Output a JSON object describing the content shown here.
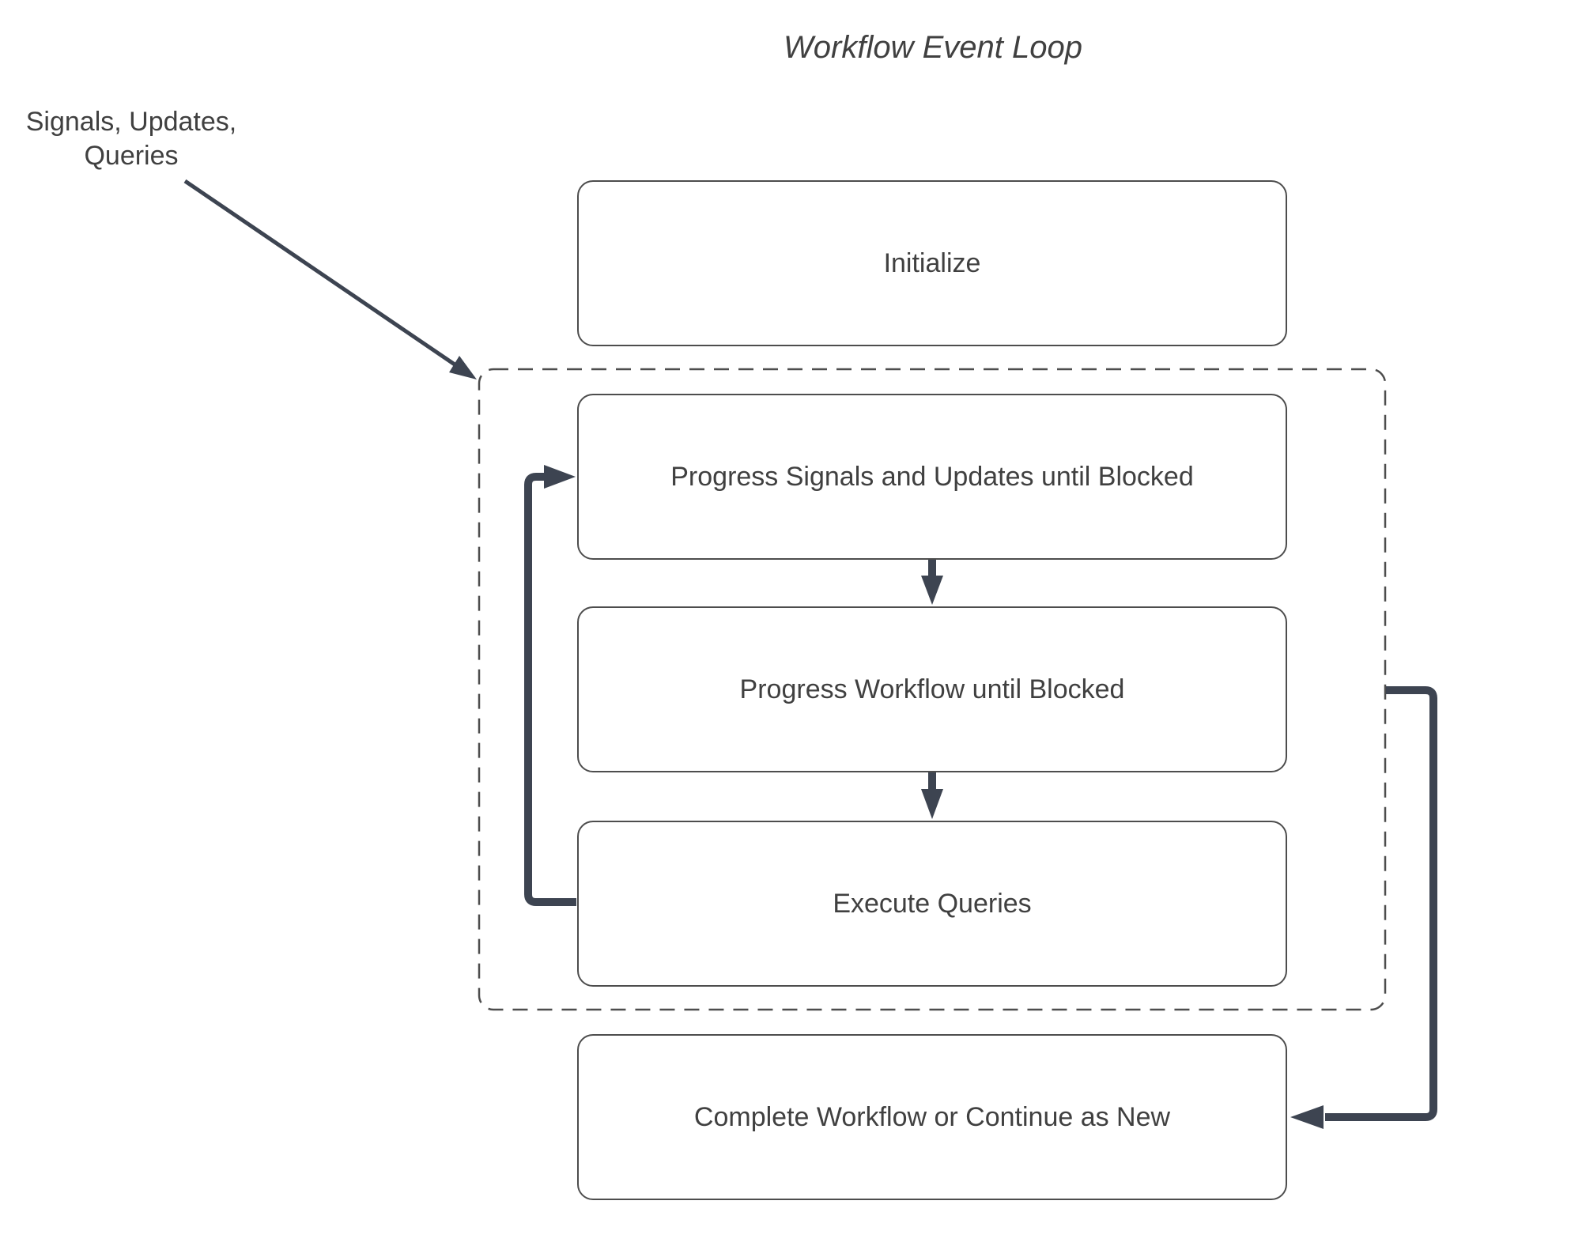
{
  "title": "Workflow Event Loop",
  "annotations": {
    "input_label": "Signals, Updates,\nQueries"
  },
  "nodes": {
    "initialize": {
      "label": "Initialize"
    },
    "progress_signals": {
      "label": "Progress Signals and Updates until Blocked"
    },
    "progress_workflow": {
      "label": "Progress Workflow until Blocked"
    },
    "execute_queries": {
      "label": "Execute Queries"
    },
    "complete": {
      "label": "Complete Workflow or Continue as New"
    }
  },
  "colors": {
    "arrow": "#3d4451",
    "node_border": "#4d4d4d",
    "text": "#404040",
    "background": "#ffffff"
  }
}
